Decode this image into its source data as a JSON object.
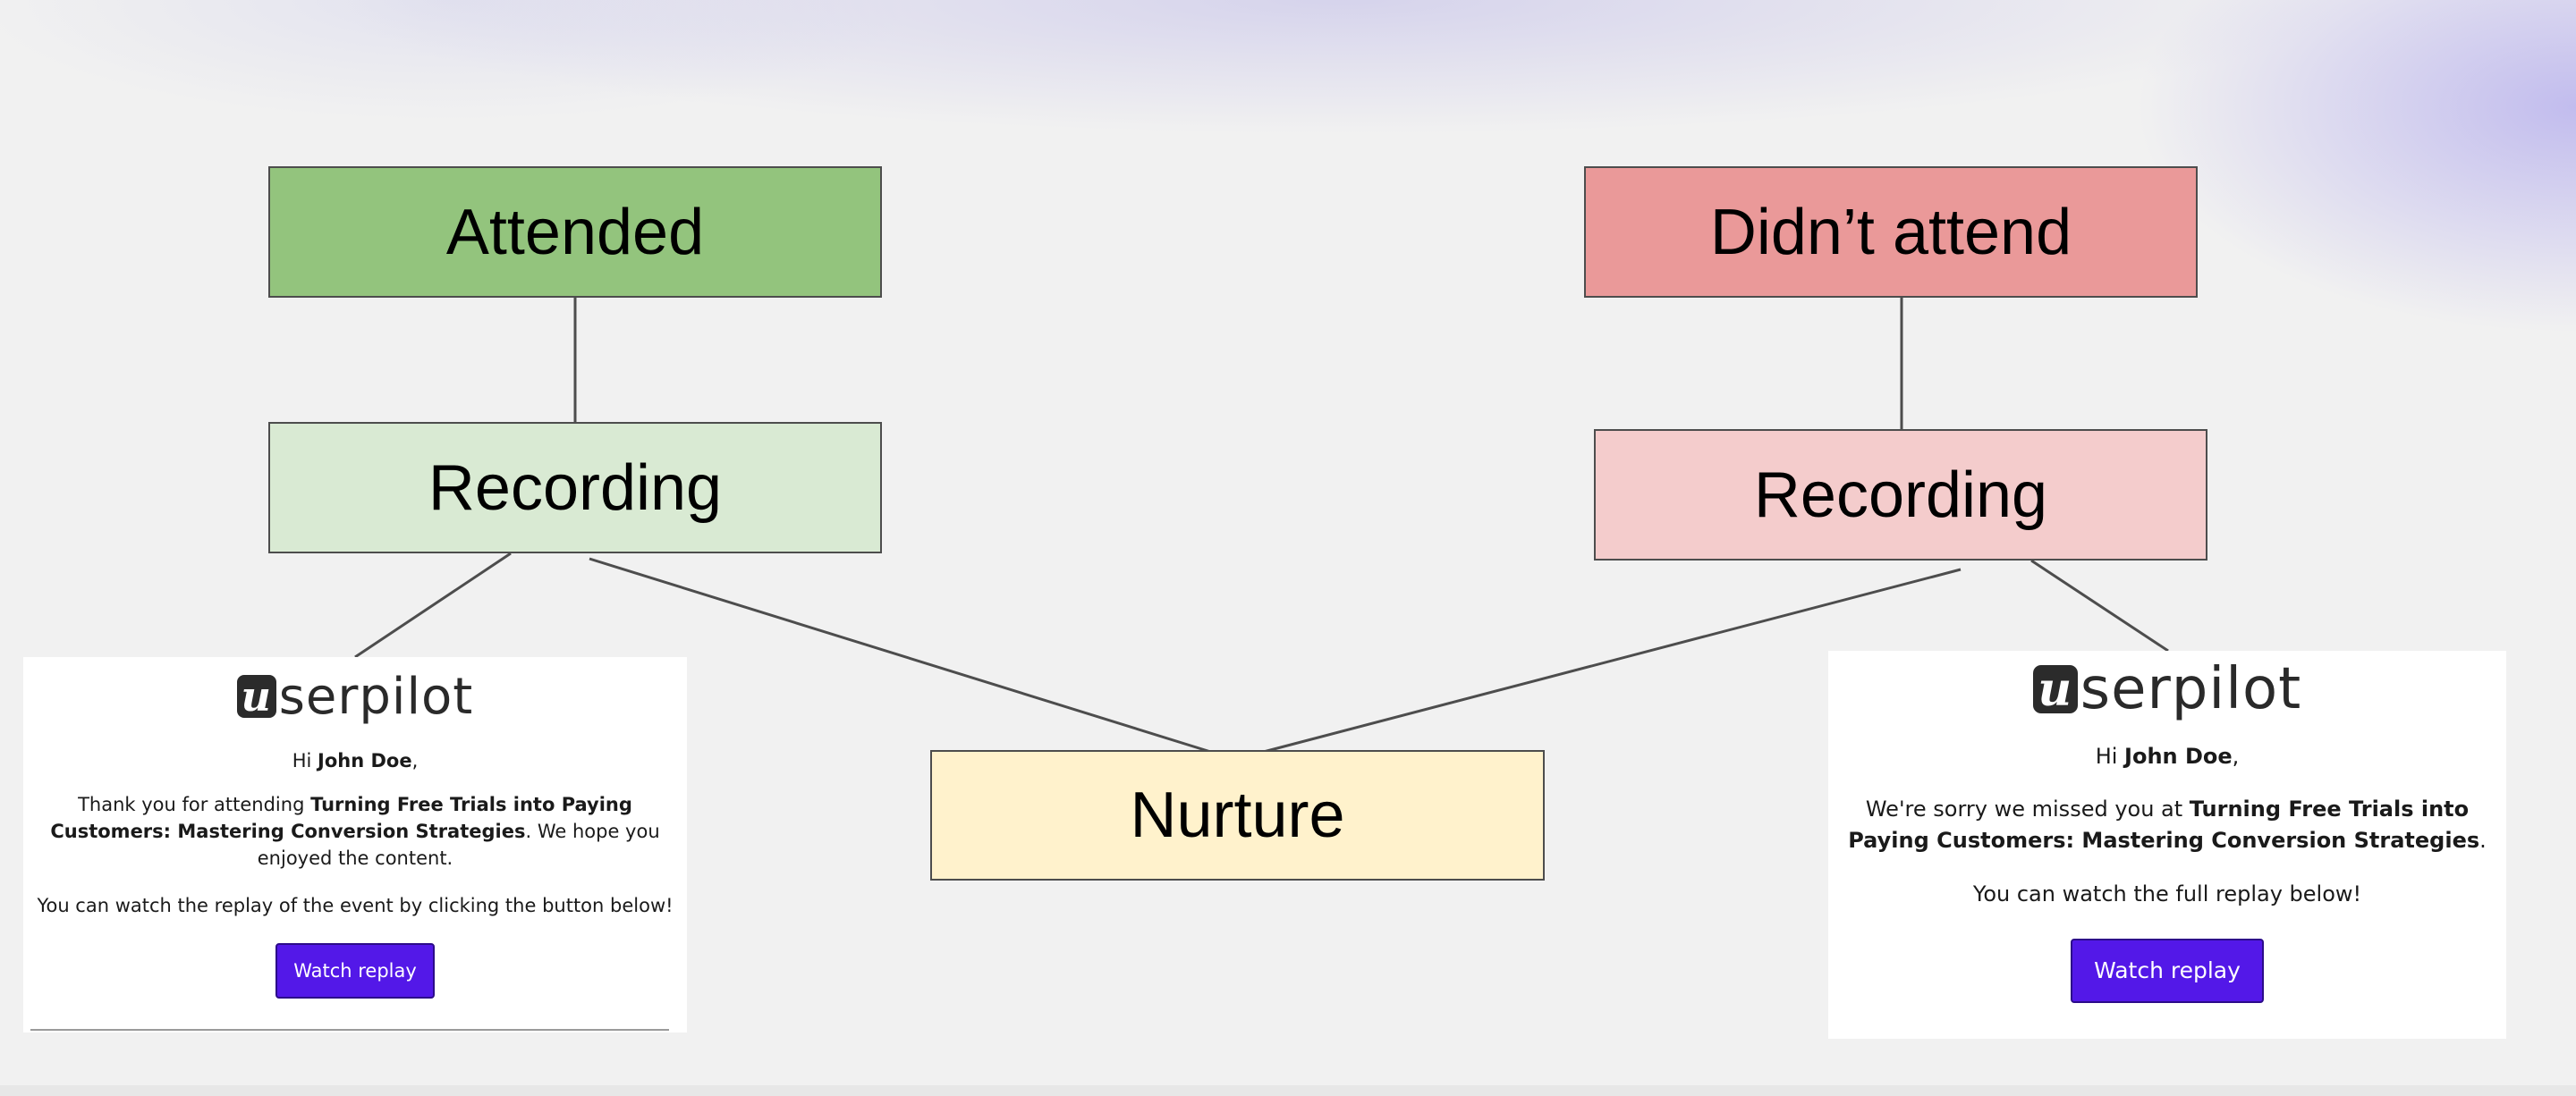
{
  "diagram": {
    "boxes": {
      "attended": "Attended",
      "didnt_attend": "Didn’t attend",
      "recording_attended": "Recording",
      "recording_didnt": "Recording",
      "nurture": "Nurture"
    },
    "colors": {
      "attended": "#93c47d",
      "recording_attended": "#d9ead3",
      "didnt_attend": "#ea9999",
      "recording_didnt": "#f4cccc",
      "nurture": "#fff2cc",
      "connector": "#4d4d4d",
      "button": "#5318e8"
    }
  },
  "left_email": {
    "logo_mark": "u",
    "logo_text": "serpilot",
    "greeting_prefix": "Hi ",
    "name": "John Doe",
    "greeting_suffix": ",",
    "body_prefix": "Thank you for attending ",
    "event_title": "Turning Free Trials into Paying Customers: Mastering Conversion Strategies",
    "body_suffix": ". We hope you enjoyed the content.",
    "cta_text": "You can watch the replay of the event by clicking the button below!",
    "button_label": "Watch replay"
  },
  "right_email": {
    "logo_mark": "u",
    "logo_text": "serpilot",
    "greeting_prefix": "Hi ",
    "name": "John Doe",
    "greeting_suffix": ",",
    "body_prefix": "We're sorry we missed you at ",
    "event_title": "Turning Free Trials into Paying Customers: Mastering Conversion Strategies",
    "body_suffix": ".",
    "cta_text": "You can watch the full replay below!",
    "button_label": "Watch replay"
  }
}
